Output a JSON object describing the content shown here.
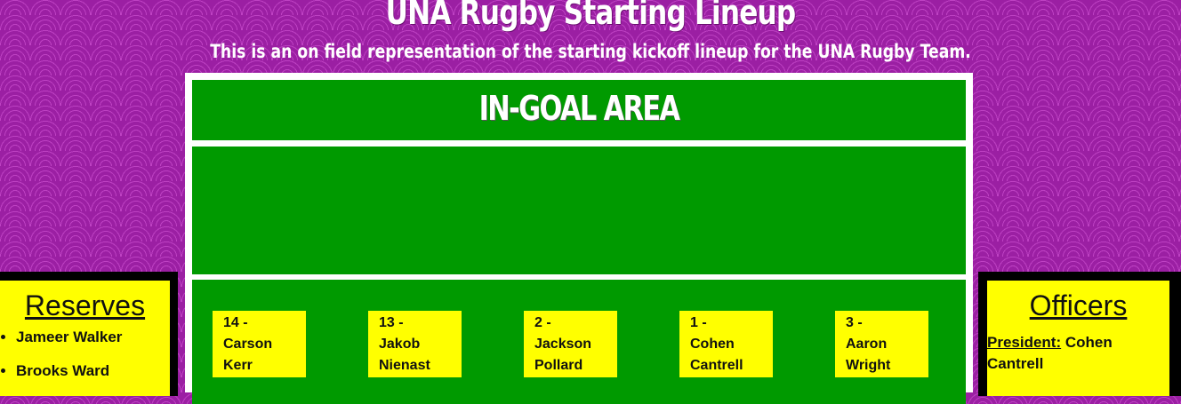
{
  "header": {
    "title": "UNA Rugby Starting Lineup",
    "subtitle": "This is an on field representation of the starting kickoff lineup for the UNA Rugby Team."
  },
  "field": {
    "ingoal_label": "IN-GOAL AREA",
    "players": [
      {
        "number": "14 -",
        "first": "Carson",
        "last": "Kerr"
      },
      {
        "number": "13 -",
        "first": "Jakob",
        "last": "Nienast"
      },
      {
        "number": "2 -",
        "first": "Jackson",
        "last": "Pollard"
      },
      {
        "number": "1 -",
        "first": "Cohen",
        "last": "Cantrell"
      },
      {
        "number": "3 -",
        "first": "Aaron",
        "last": "Wright"
      }
    ]
  },
  "reserves": {
    "title": "Reserves",
    "items": [
      "Jameer Walker",
      "Brooks Ward"
    ]
  },
  "officers": {
    "title": "Officers",
    "items": [
      {
        "role": "President:",
        "name": "Cohen Cantrell"
      }
    ]
  },
  "colors": {
    "background": "#9b1fa3",
    "field_green": "#009a00",
    "highlight_yellow": "#ffff00"
  }
}
